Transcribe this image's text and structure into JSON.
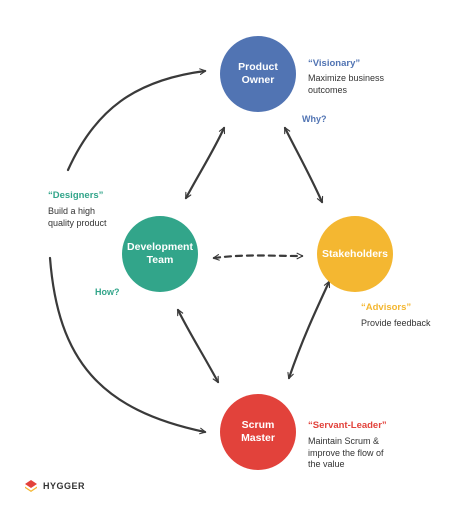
{
  "colors": {
    "product_owner": "#5174b3",
    "development_team": "#32a58a",
    "stakeholders": "#f4b731",
    "scrum_master": "#e2423b",
    "arrow": "#3a3a3a"
  },
  "nodes": {
    "product_owner": "Product\nOwner",
    "development_team": "Development\nTeam",
    "stakeholders": "Stakeholders",
    "scrum_master": "Scrum\nMaster"
  },
  "roles": {
    "product_owner": {
      "title": "“Visionary”",
      "description": "Maximize business\noutcomes",
      "question": "Why?"
    },
    "development_team": {
      "title": "“Designers”",
      "description": "Build a high\nquality product",
      "question": "How?"
    },
    "stakeholders": {
      "title": "“Advisors”",
      "description": "Provide feedback"
    },
    "scrum_master": {
      "title": "“Servant-Leader”",
      "description": "Maintain Scrum &\nimprove the flow of\nthe value"
    }
  },
  "logo": {
    "text": "HYGGER",
    "icon": "hygger-logo-icon"
  }
}
